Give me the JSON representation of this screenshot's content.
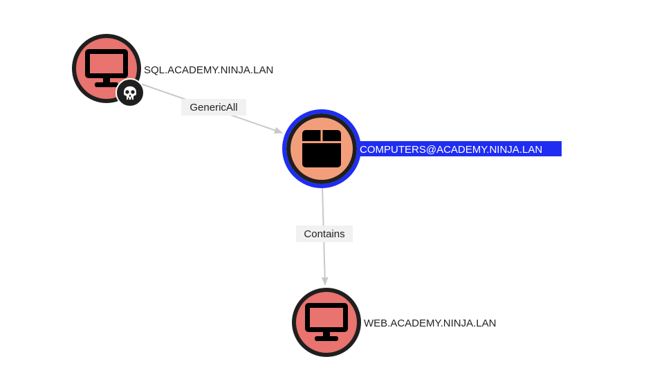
{
  "graph": {
    "nodes": {
      "sql": {
        "label": "SQL.ACADEMY.NINJA.LAN",
        "type_icon": "computer-icon",
        "badge_icon": "skull-icon",
        "fill": "#e8736f"
      },
      "computers_group": {
        "label": "COMPUTERS@ACADEMY.NINJA.LAN",
        "type_icon": "box-icon",
        "fill": "#f39e7a",
        "selected": true,
        "selection_color": "#1f2df2"
      },
      "web": {
        "label": "WEB.ACADEMY.NINJA.LAN",
        "type_icon": "computer-icon",
        "fill": "#e8736f"
      }
    },
    "edges": {
      "generic_all": {
        "label": "GenericAll",
        "from": "SQL.ACADEMY.NINJA.LAN",
        "to": "COMPUTERS@ACADEMY.NINJA.LAN"
      },
      "contains": {
        "label": "Contains",
        "from": "COMPUTERS@ACADEMY.NINJA.LAN",
        "to": "WEB.ACADEMY.NINJA.LAN"
      }
    },
    "colors": {
      "node_ring": "#1f1f1f",
      "edge_line": "#c8c8c8",
      "edge_label_bg": "#f1f1f1"
    }
  }
}
